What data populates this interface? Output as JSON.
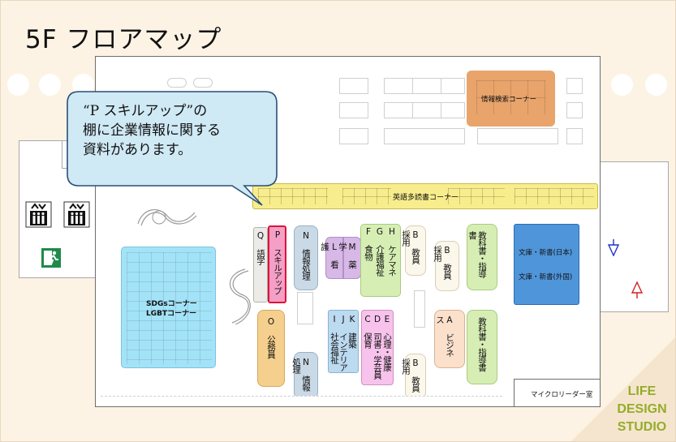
{
  "title": "5F フロアマップ",
  "callout": {
    "line1": "“P スキルアップ”の",
    "line2": "棚に企業情報に関する",
    "line3": "資料があります。"
  },
  "areas": {
    "info_search": "情報検索コーナー",
    "english_books": "英語多読書コーナー",
    "sdgs_line1": "SDGsコーナー",
    "sdgs_line2": "LGBTコーナー",
    "bunko_jp": "文庫・新書(日本)",
    "bunko_foreign": "文庫・新書(外国)",
    "microreader": "マイクロリーダー室"
  },
  "shelves": {
    "q": "Q 語学",
    "p": "P スキルアップ",
    "n1": "N 情報処理",
    "l": "L 看護",
    "m": "M 薬学",
    "f": "F 食物",
    "g": "G 介護福祉",
    "h": "H ケアマネ",
    "b1": "B 教員採用",
    "b2": "B 教員採用",
    "textbook1": "教科書・指導書",
    "o": "O 公務員",
    "i": "I 社会福祉",
    "j": "J インテリア",
    "k": "K 建築",
    "c": "C 保育",
    "d": "D 司書・学芸員",
    "e": "E 心理・健康",
    "a": "A ビジネス",
    "textbook2": "教科書・指導書",
    "n2": "N 情報処理",
    "b3": "B 教員採用"
  },
  "brand": {
    "line1": "LIFE",
    "line2": "DESIGN",
    "line3": "STUDIO"
  },
  "icons": [
    "elevator-icon",
    "emergency-exit-icon",
    "stairs-down-icon",
    "stairs-up-icon"
  ],
  "colors": {
    "background": "#fdf3e4",
    "highlight_border": "#d9143a",
    "highlight_fill": "#f59fc6",
    "sdgs": "#a3e3f8",
    "bunko": "#4f95d9",
    "info_search": "#e8a46b",
    "english": "#f8ed8c",
    "brand": "#93ad2b"
  }
}
